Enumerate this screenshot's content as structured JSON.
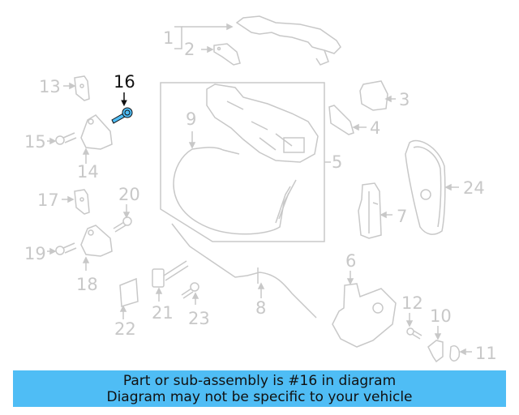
{
  "diagram": {
    "highlighted_part": "16",
    "colors": {
      "part_line": "#c8c8c8",
      "highlight_fill": "#4fbdf5",
      "highlight_label": "#111111",
      "banner_bg": "#4fbdf5"
    },
    "callouts": [
      {
        "id": "1",
        "label": "1"
      },
      {
        "id": "2",
        "label": "2"
      },
      {
        "id": "3",
        "label": "3"
      },
      {
        "id": "4",
        "label": "4"
      },
      {
        "id": "5",
        "label": "5"
      },
      {
        "id": "6",
        "label": "6"
      },
      {
        "id": "7",
        "label": "7"
      },
      {
        "id": "8",
        "label": "8"
      },
      {
        "id": "9",
        "label": "9"
      },
      {
        "id": "10",
        "label": "10"
      },
      {
        "id": "11",
        "label": "11"
      },
      {
        "id": "12",
        "label": "12"
      },
      {
        "id": "13",
        "label": "13"
      },
      {
        "id": "14",
        "label": "14"
      },
      {
        "id": "15",
        "label": "15"
      },
      {
        "id": "16",
        "label": "16"
      },
      {
        "id": "17",
        "label": "17"
      },
      {
        "id": "18",
        "label": "18"
      },
      {
        "id": "19",
        "label": "19"
      },
      {
        "id": "20",
        "label": "20"
      },
      {
        "id": "21",
        "label": "21"
      },
      {
        "id": "22",
        "label": "22"
      },
      {
        "id": "23",
        "label": "23"
      },
      {
        "id": "24",
        "label": "24"
      }
    ]
  },
  "banner": {
    "line1": "Part or sub-assembly is #16 in diagram",
    "line2": "Diagram may not be specific to your vehicle"
  }
}
